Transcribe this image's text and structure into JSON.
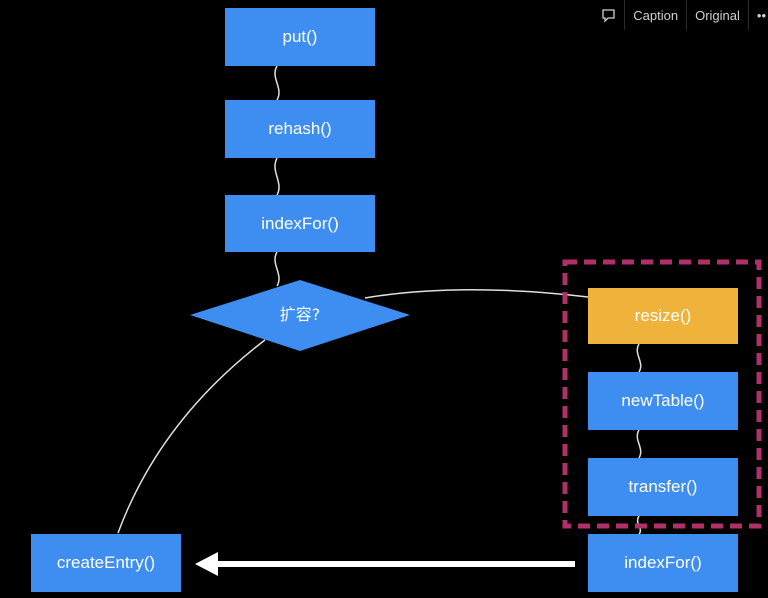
{
  "toolbar": {
    "comment_icon": "speech-bubble-icon",
    "caption_label": "Caption",
    "original_label": "Original",
    "more_label": "••"
  },
  "diagram": {
    "nodes": {
      "put": "put()",
      "rehash": "rehash()",
      "indexfor_top": "indexFor()",
      "decision": "扩容?",
      "resize": "resize()",
      "newtable": "newTable()",
      "transfer": "transfer()",
      "indexfor_bottom": "indexFor()",
      "createentry": "createEntry()"
    },
    "colors": {
      "node": "#3d8ef0",
      "highlight": "#efb33c",
      "group_border": "#b0306a",
      "connector": "#e0e0e0"
    }
  }
}
